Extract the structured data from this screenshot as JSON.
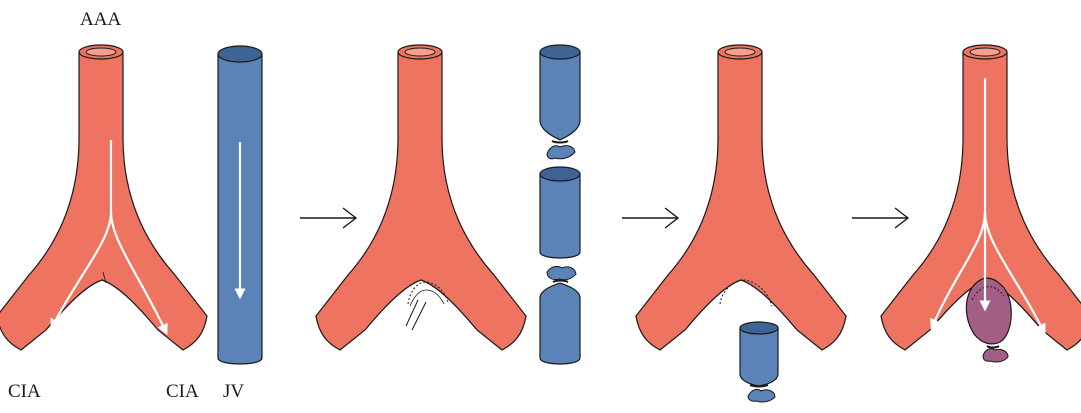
{
  "labels": {
    "aaa": "AAA",
    "cia_left": "CIA",
    "cia_right": "CIA",
    "jv": "JV"
  },
  "colors": {
    "artery": "#EE7360",
    "artery_lumen": "#F4A090",
    "vein": "#5B83B8",
    "vein_dark": "#3E6494",
    "aneurysm": "#A35E86",
    "flow_arrow": "#ffffff",
    "stroke": "#1a1a1a"
  },
  "steps": [
    {
      "id": "step-1",
      "contents": [
        "aortic-bifurcation",
        "jugular-vein",
        "flow-arrows"
      ]
    },
    {
      "id": "step-2",
      "contents": [
        "aortic-bifurcation",
        "incision-marks",
        "vein-segments-ligated"
      ]
    },
    {
      "id": "step-3",
      "contents": [
        "aortic-bifurcation",
        "incision-line",
        "vein-pouch"
      ]
    },
    {
      "id": "step-4",
      "contents": [
        "aortic-bifurcation",
        "aneurysm-pouch",
        "flow-arrows"
      ]
    }
  ],
  "transition_icons": [
    "right-arrow-icon",
    "right-arrow-icon",
    "right-arrow-icon"
  ]
}
